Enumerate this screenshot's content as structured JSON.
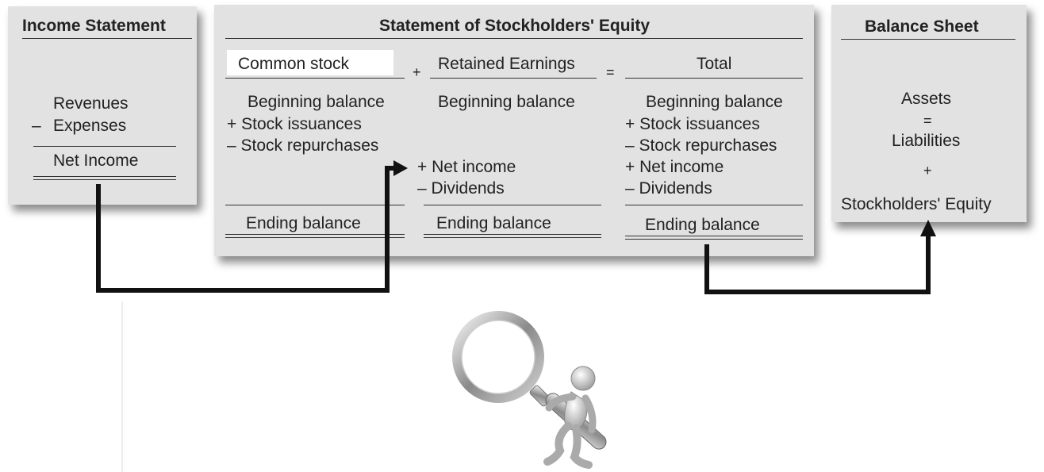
{
  "income_statement": {
    "title": "Income Statement",
    "revenues": "Revenues",
    "expenses_sign": "–",
    "expenses": "Expenses",
    "net_income": "Net Income"
  },
  "equity_statement": {
    "title": "Statement of Stockholders' Equity",
    "plus_op": "+",
    "equals_op": "=",
    "common_stock": {
      "header": "Common stock",
      "beginning": "Beginning balance",
      "issuances": "+ Stock issuances",
      "repurchases": "– Stock repurchases",
      "ending": "Ending balance"
    },
    "retained_earnings": {
      "header": "Retained Earnings",
      "beginning": "Beginning balance",
      "net_income": "+ Net income",
      "dividends": "– Dividends",
      "ending": "Ending balance"
    },
    "total": {
      "header": "Total",
      "beginning": "Beginning balance",
      "issuances": "+ Stock issuances",
      "repurchases": "– Stock repurchases",
      "net_income": "+ Net income",
      "dividends": "– Dividends",
      "ending": "Ending balance"
    }
  },
  "balance_sheet": {
    "title": "Balance Sheet",
    "assets": "Assets",
    "equals": "=",
    "liabilities": "Liabilities",
    "plus": "+",
    "equity": "Stockholders' Equity"
  },
  "colors": {
    "panel": "#e2e2e2",
    "ink": "#222222",
    "arrow": "#111111"
  },
  "illustration": "magnifying-glass-figure"
}
